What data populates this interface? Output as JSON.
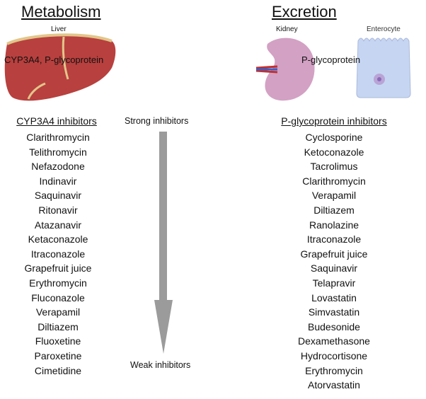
{
  "metabolism": {
    "heading": "Metabolism",
    "organ_label": "Liver",
    "enzymes": "CYP3A4, P-glycoprotein"
  },
  "excretion": {
    "heading": "Excretion",
    "kidney_label": "Kidney",
    "enterocyte_label": "Enterocyte",
    "transporter": "P-glycoprotein"
  },
  "scale": {
    "strong": "Strong inhibitors",
    "weak": "Weak inhibitors"
  },
  "cyp3a4": {
    "title": "CYP3A4 inhibitors",
    "items": [
      "Clarithromycin",
      "Telithromycin",
      "Nefazodone",
      "Indinavir",
      "Saquinavir",
      "Ritonavir",
      "Atazanavir",
      "Ketaconazole",
      "Itraconazole",
      "Grapefruit juice",
      "Erythromycin",
      "Fluconazole",
      "Verapamil",
      "Diltiazem",
      "Fluoxetine",
      "Paroxetine",
      "Cimetidine"
    ]
  },
  "pgp": {
    "title": "P-glycoprotein inhibitors",
    "items": [
      "Cyclosporine",
      "Ketoconazole",
      "Tacrolimus",
      "Clarithromycin",
      "Verapamil",
      "Diltiazem",
      "Ranolazine",
      "Itraconazole",
      "Grapefruit juice",
      "Saquinavir",
      "Telapravir",
      "Lovastatin",
      "Simvastatin",
      "Budesonide",
      "Dexamethasone",
      "Hydrocortisone",
      "Erythromycin",
      "Atorvastatin"
    ]
  },
  "colors": {
    "liver": "#b8403e",
    "kidney": "#d3a1c4",
    "enterocyte": "#c6d6f2",
    "arrow": "#9b9b9b"
  }
}
